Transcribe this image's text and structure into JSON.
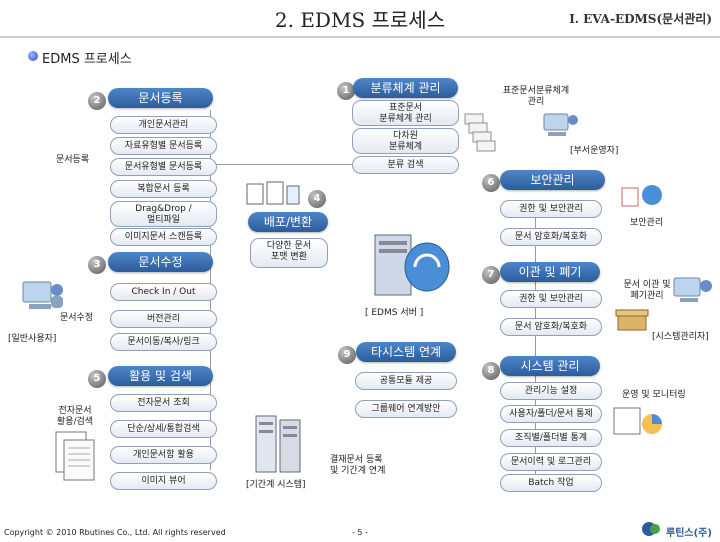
{
  "header": {
    "title": "2. EDMS 프로세스",
    "brand": "I. EVA-EDMS(문서관리)",
    "subtitle": "EDMS 프로세스"
  },
  "numbers": {
    "n1": "1",
    "n2": "2",
    "n3": "3",
    "n4": "4",
    "n5": "5",
    "n6": "6",
    "n7": "7",
    "n8": "8",
    "n9": "9"
  },
  "sections": {
    "classification": "분류체계 관리",
    "doc_register": "문서등록",
    "deploy": "배포/변환",
    "doc_edit": "문서수정",
    "use_search": "활용 및 검색",
    "security": "보안관리",
    "transfer_disposal": "이관 및 폐기",
    "system_link": "타시스템 연계",
    "system_mgmt": "시스템 관리"
  },
  "classification_items": [
    "표준문서\n분류체계 관리",
    "다차원\n분류체계",
    "분류 검색"
  ],
  "register_items": [
    "개인문서관리",
    "자료유형별 문서등록",
    "문서유형별 문서등록",
    "복합문서 등록",
    "Drag&Drop /\n멀티파일",
    "이미지문서 스캔등록"
  ],
  "deploy_item": "다양한 문서\n포맷 변환",
  "edit_items": [
    "Check In / Out",
    "버전관리",
    "문서이동/복사/링크"
  ],
  "use_items": [
    "전자문서 조회",
    "단순/상세/통합검색",
    "개인문서함 활용",
    "이미지 뷰어"
  ],
  "security_items": [
    "권한 및 보안관리",
    "문서 암호화/복호화"
  ],
  "transfer_items": [
    "권한 및 보안관리",
    "문서 암호화/복호화"
  ],
  "link_items": [
    "공통모듈 제공",
    "그룹웨어 연계방안"
  ],
  "sysmgmt_items": [
    "관리기능 설정",
    "사용자/폴더/문서 통제",
    "조직별/폴더별 통계",
    "문서이력 및 로그관리",
    "Batch 작업"
  ],
  "labels": {
    "std_class": "표준문서분류체계\n관리",
    "dept_operator": "[부서운영자]",
    "doc_register_label": "문서등록",
    "doc_edit_label": "문서수정",
    "general_user": "[일반사용자]",
    "e_doc_use": "전자문서\n활용/검색",
    "edms_server": "[ EDMS 서버 ]",
    "security_label": "보안관리",
    "transfer_label": "문서 이관 및\n폐기관리",
    "sys_admin": "[시스템관리자]",
    "ops_monitor": "운영 및 모니터링",
    "approved_doc": "결재문서 등록\n및 기간계 연계",
    "legacy_system": "[기간계 시스템]"
  },
  "footer": {
    "copyright": "Copyright © 2010 Rbutines Co., Ltd. All rights reserved",
    "page": "- 5 -",
    "logo_text": "루틴스(주)"
  },
  "colors": {
    "section_blue": "#3a6fb0",
    "accent": "#2c5c9c"
  }
}
